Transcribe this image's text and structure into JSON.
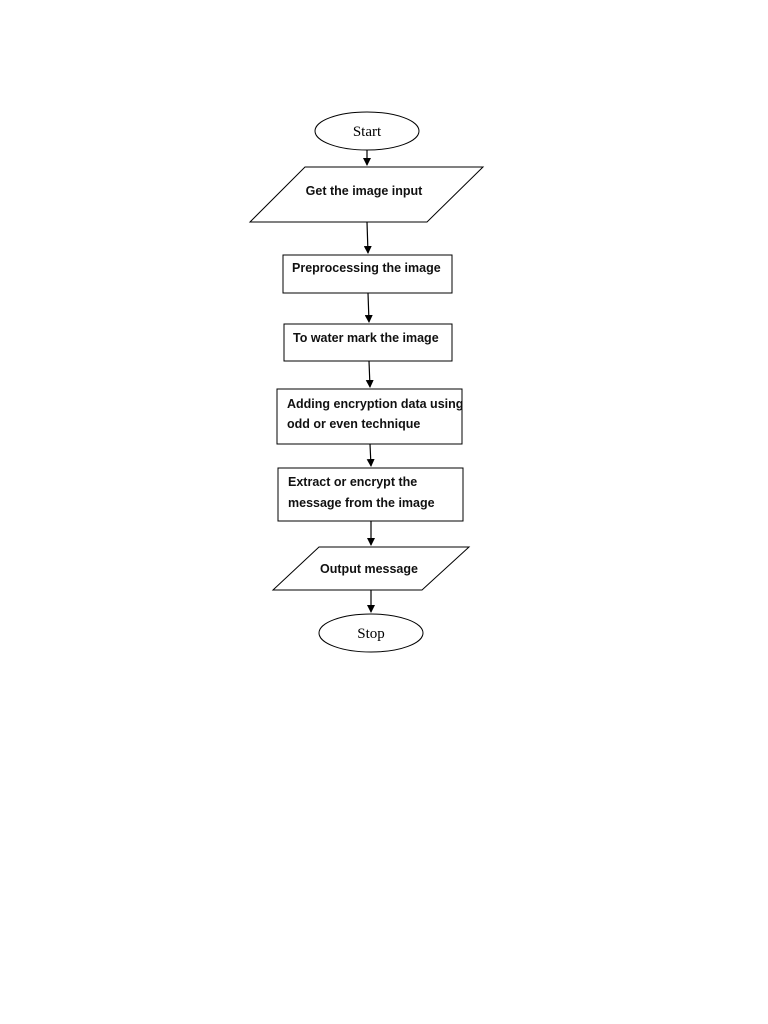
{
  "flowchart": {
    "start": {
      "label": "Start"
    },
    "input": {
      "label": "Get the image input"
    },
    "preprocess": {
      "label": "Preprocessing the image"
    },
    "watermark": {
      "label": "To water mark the image"
    },
    "encryption": {
      "line1": "Adding encryption data using",
      "line2": "odd or even technique"
    },
    "extract": {
      "line1": "Extract or encrypt the",
      "line2": "message from the image"
    },
    "output": {
      "label": "Output message"
    },
    "stop": {
      "label": "Stop"
    }
  }
}
